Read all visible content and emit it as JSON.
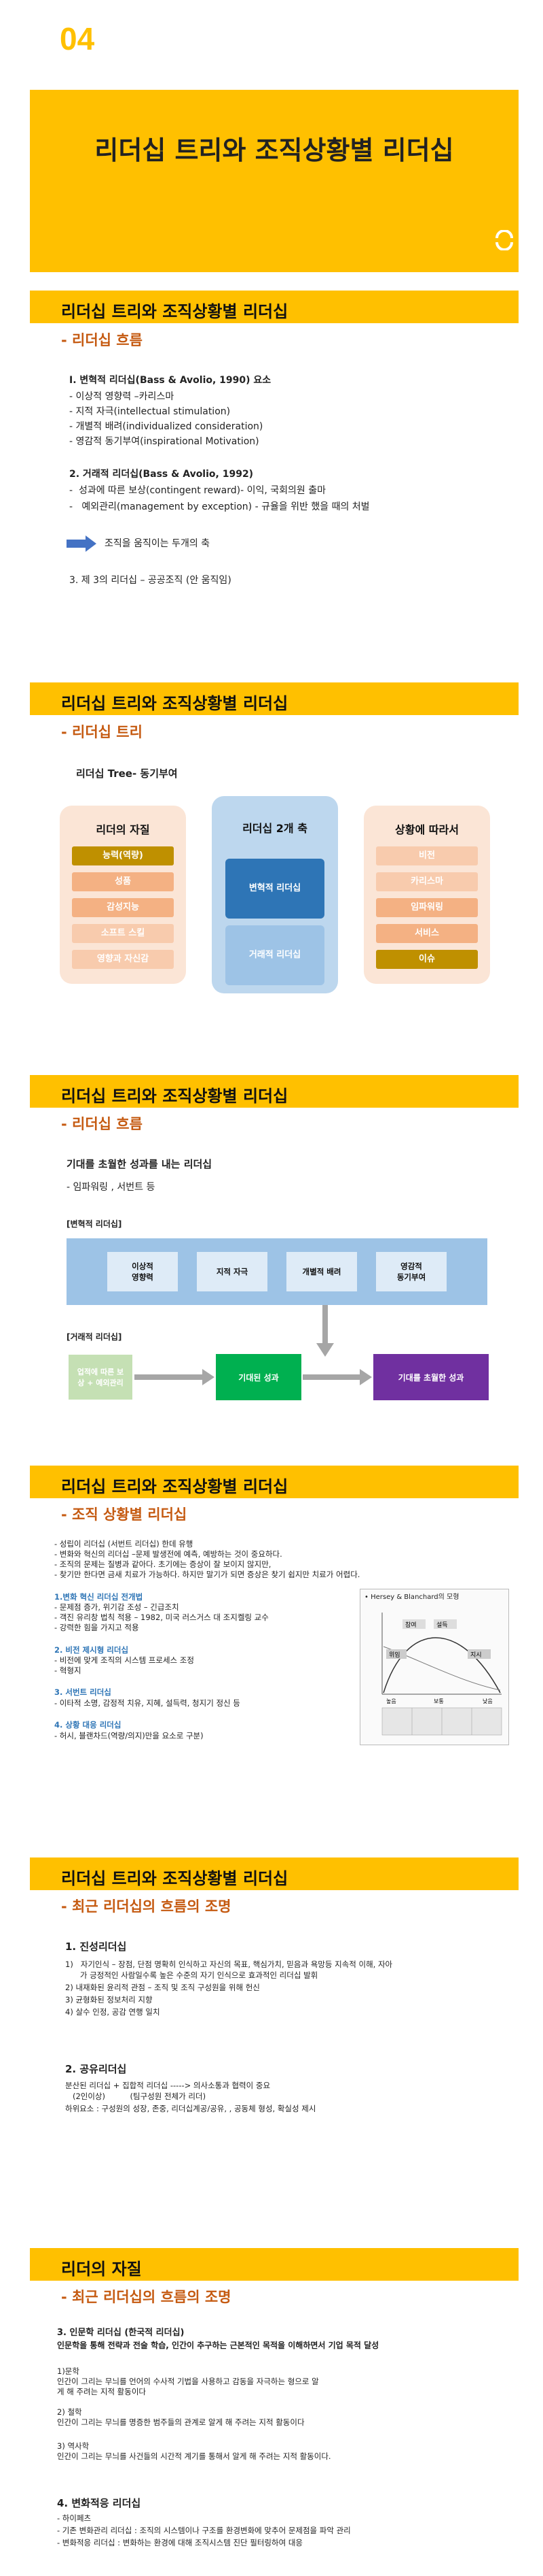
{
  "cover": {
    "number": "04",
    "title": "리더십 트리와 조직상황별 리더십"
  },
  "s1": {
    "bar": "리더십 트리와 조직상황별 리더십",
    "sub": "- 리더십 흐름",
    "h1": "I. 변혁적 리더십(Bass & Avolio, 1990) 요소",
    "items1": [
      "- 이상적 영향력 –카리스마",
      "- 지적 자극(intellectual stimulation)",
      "- 개별적 배려(individualized consideration)",
      "- 영감적 동기부여(inspirational Motivation)"
    ],
    "h2": "2. 거래적 리더십(Bass & Avolio, 1992)",
    "items2": [
      "-  성과에 따른 보상(contingent reward)- 이익, 국회의원 출마",
      "-   예외관리(management by exception) - 규율을 위반 했을 때의 처벌"
    ],
    "arrow_text": "조직을 움직이는 두개의 축",
    "h3": "3. 제 3의 리더십 – 공공조직 (안 움직임)"
  },
  "s2": {
    "bar": "리더십 트리와 조직상황별 리더십",
    "sub": "- 리더십 트리",
    "tree_title": "리더십 Tree- 동기부여",
    "left": {
      "title": "리더의 자질",
      "items": [
        "능력(역량)",
        "성품",
        "감성지능",
        "소프트 스킬",
        "영향과 자신감"
      ]
    },
    "mid": {
      "title": "리더십 2개 축",
      "items": [
        "변혁적 리더십",
        "거래적 리더십"
      ]
    },
    "right": {
      "title": "상황에 따라서",
      "items": [
        "비전",
        "카리스마",
        "임파워링",
        "서비스",
        "이슈"
      ]
    }
  },
  "s3": {
    "bar": "리더십 트리와 조직상황별 리더십",
    "sub": "- 리더십 흐름",
    "head": "기대를 초월한 성과를 내는 리더십",
    "line": "- 임파워링 , 서번트 등",
    "trans_label": "[변혁적 리더십]",
    "trans_items": [
      "이상적\n영향력",
      "지적 자극",
      "개별적 배려",
      "영감적\n동기부여"
    ],
    "deal_label": "[거래적 리더십]",
    "flow": [
      "업적에 따른 보\n상 + 예외관리",
      "기대된 성과",
      "기대를 초월한 성과"
    ]
  },
  "s4": {
    "bar": "리더십 트리와 조직상황별 리더십",
    "sub": "- 조직 상황별 리더십",
    "intro": [
      "- 성립이 리더십 (서번트 리더십) 한데 유행",
      "- 변화와 혁신의 리더십 –문제 발생전에 예측, 예방하는 것이 중요하다.",
      "- 조직의 문제는 질병과 같아다. 초기에는 증상이 잘 보이지 않지만,",
      "- 찾기만 한다면 금새 치료가 가능하다. 하지만 말기가 되면 증상은 찾기 쉽지만 치료가 어렵다."
    ],
    "blocks": [
      {
        "title": "1.변화 혁신 리더십 전개법",
        "lines": [
          "- 문제점 증가, 위기감 조성 – 긴급조치",
          "- 객진 유리창 법칙 적용 – 1982, 미국 러스거스 대 조지켈링 교수",
          "- 강력한 힘을 가지고 적용"
        ]
      },
      {
        "title": "2. 비전 제시형 리더십",
        "lines": [
          "- 비전에 맞게 조직의 시스템 프로세스 조정",
          "- 혁형지"
        ]
      },
      {
        "title": "3. 서번트 리더십",
        "lines": [
          "- 이타적 소명, 감정적 치유, 지혜, 설득력, 청지기 정신 등"
        ]
      },
      {
        "title": "4. 상황 대응 리더십",
        "lines": [
          "- 허시, 블랜차드(역량/의지)만을 요소로 구분)"
        ]
      }
    ],
    "chart_title": "• Hersey & Blanchard의 모형",
    "chart_labels": [
      "위임",
      "설득",
      "참여",
      "지시",
      "높음",
      "보통",
      "낮음"
    ]
  },
  "s5": {
    "bar": "리더십 트리와 조직상황별 리더십",
    "sub": "- 최근 리더십의 흐름의 조명",
    "h1": "1. 진성리더십",
    "items1": [
      "1)   자기인식 – 장점, 단점 명확히 인식하고 자신의 목표, 핵심가치, 믿음과 욕망등 지속적 이해, 자아",
      "      가 긍정적인 사람일수록 높은 수준의 자기 인식으로 효과적인 리더십 발휘",
      "2) 내재화된 윤리적 관점 – 조직 및 조직 구성원을 위해 헌신",
      "3) 균형화된 정보처리 지향",
      "4) 살수 인정, 공감 연행 일치"
    ],
    "h2": "2. 공유리더십",
    "items2": [
      "분산된 리더십 + 집합적 리더십 -----> 의사소통과 협력이 중요",
      "   (2인이상)          (팀구성원 전체가 리더)",
      "하위요소 : 구성원의 성장, 존중, 리더십계공/공유, , 공동체 형성, 확실성 제시"
    ]
  },
  "s6": {
    "bar": "리더의 자질",
    "sub": "- 최근 리더십의 흐름의 조명",
    "h1": "3. 인문학 리더십 (한국적 리더십)",
    "h1b": "인문학을 통해 전략과 전술 학습, 인간이 추구하는 근본적인 목적을 이해하면서 기업 목적 달성",
    "items": [
      "1)문학",
      "인간이 그리는 무늬를 언어의 수사적 기법을 사용하고 감동을 자극하는 형으로 알",
      "게 해 주려는 지적 활동이다",
      "",
      "2) 철학",
      "인간이 그리는 무늬를 명증한 범주들의 관계로 알게 해 주려는 지적 활동이다",
      "",
      "3) 역사학",
      "인간이 그리는 무늬를 사건들의 시간적 계기를 통해서 알게 해 주려는 지적 활동이다."
    ],
    "h2": "4. 변화적응 리더십",
    "items2": [
      "- 하이페츠",
      "- 기존 변화관리 리더십 : 조직의 시스템이나 구조를 환경변화에 맞추어 문제점을 파악 관리",
      "- 변화적응 리더십 : 변화하는 환경에 대해 조직시스템 진단 필터링하여 대응"
    ]
  }
}
